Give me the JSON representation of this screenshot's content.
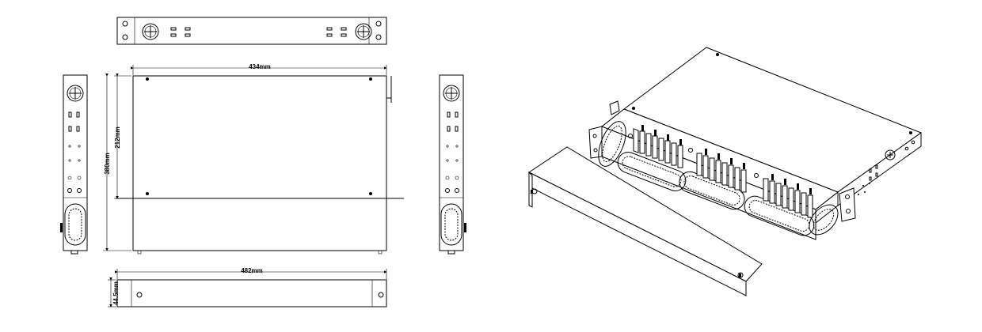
{
  "colors": {
    "line": "#000000",
    "background": "#ffffff"
  },
  "dimensions": {
    "inner_width": "434mm",
    "depth_top": "212mm",
    "depth_total": "380mm",
    "overall_width": "482mm",
    "height": "44.5mm"
  },
  "views": [
    "front-view",
    "top-view",
    "left-side-view",
    "right-side-view",
    "bottom-front-view",
    "isometric-view"
  ]
}
